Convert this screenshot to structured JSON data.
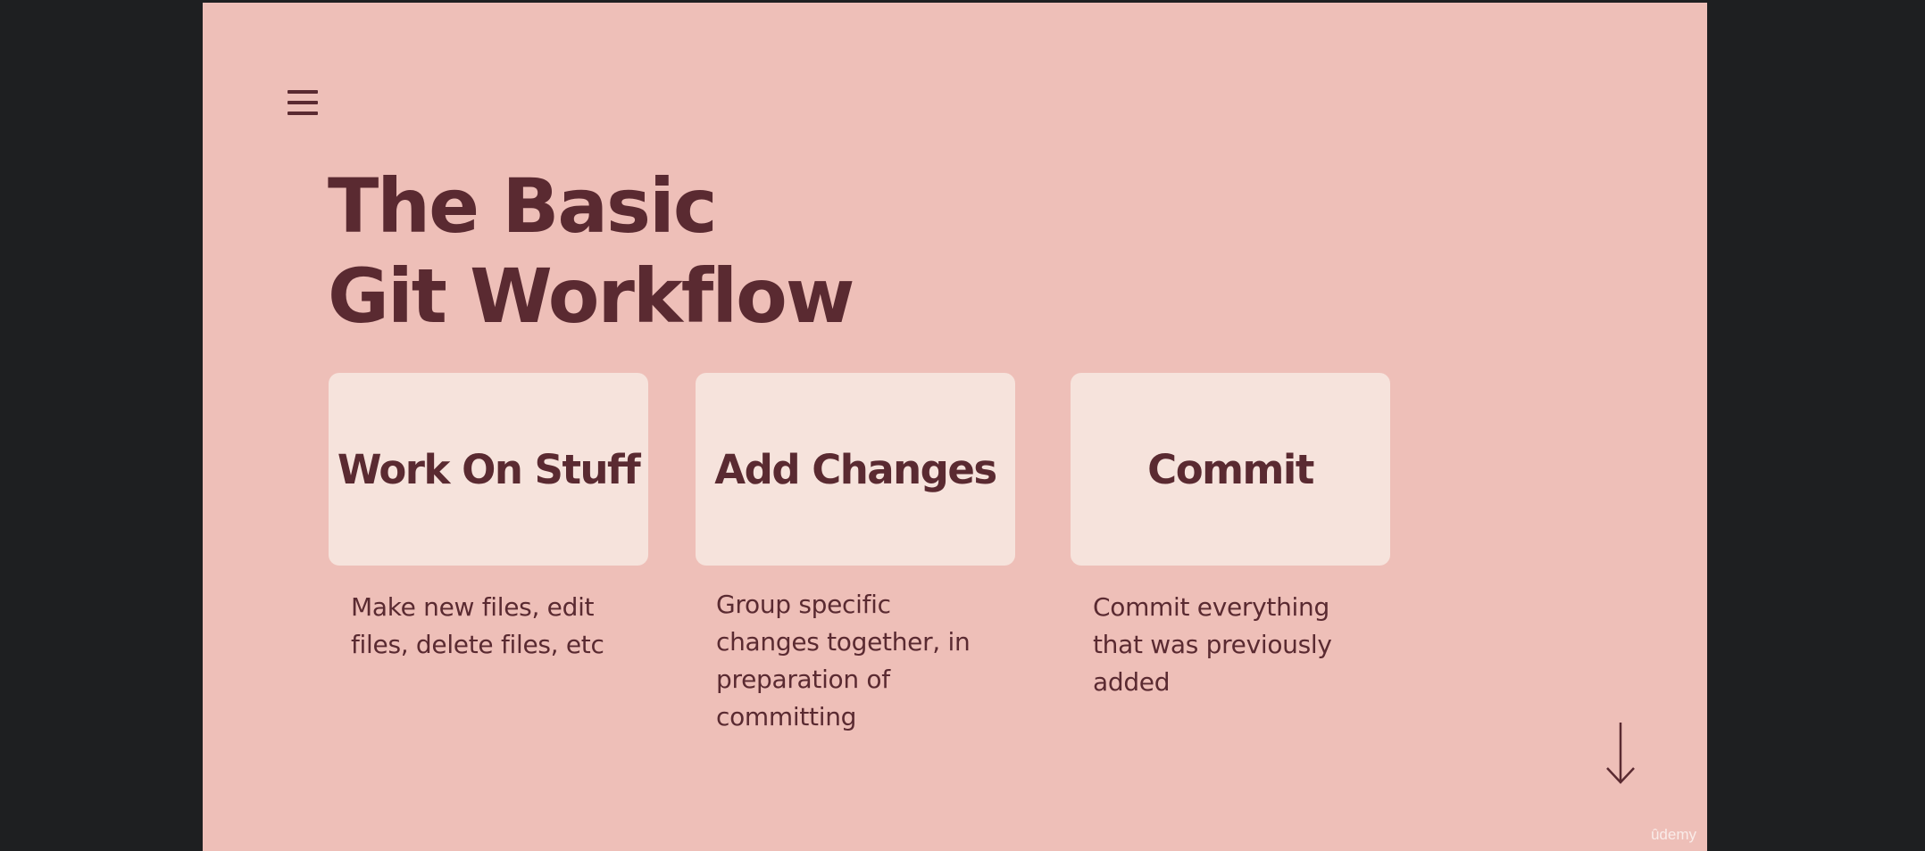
{
  "slide": {
    "title_line1": "The Basic",
    "title_line2": "Git Workflow",
    "menu_icon": "hamburger-menu-icon",
    "steps": [
      {
        "label": "Work On Stuff",
        "description": "Make new files, edit\nfiles, delete files, etc"
      },
      {
        "label": "Add Changes",
        "description": "Group specific\nchanges together, in\npreparation of\ncommitting"
      },
      {
        "label": "Commit",
        "description": "Commit everything\nthat was previously\nadded"
      }
    ],
    "next_icon": "arrow-down-icon",
    "watermark": "ûdemy"
  },
  "colors": {
    "background": "#1e1f21",
    "slide": "#eebfb8",
    "card": "#f6e3dc",
    "text": "#5a2a31"
  }
}
